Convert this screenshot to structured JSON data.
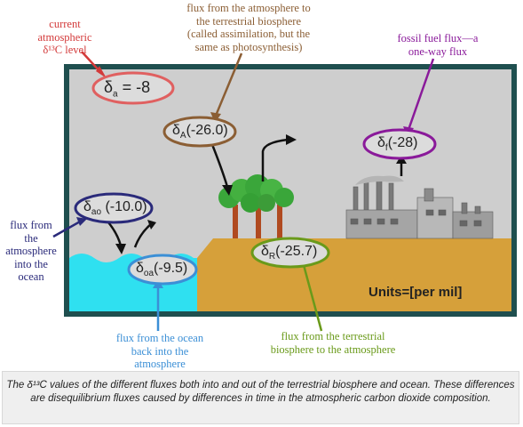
{
  "notes": {
    "current_level": [
      "current",
      "atmospheric",
      "δ¹³C level"
    ],
    "assimilation": [
      "flux from the atmosphere to",
      "the terrestrial biosphere",
      "(called assimilation, but the",
      "same as photosynthesis)"
    ],
    "fossil_flux": [
      "fossil fuel flux—a",
      "one-way flux"
    ],
    "atm_to_ocean": [
      "flux from",
      "the",
      "atmosphere",
      "into the",
      "ocean"
    ],
    "ocean_to_atm": [
      "flux from the ocean",
      "back into the",
      "atmosphere"
    ],
    "biosphere_to_atm": [
      "flux from the terrestrial",
      "biosphere to the atmosphere"
    ]
  },
  "ovals": {
    "da": {
      "symbol": "δ",
      "sub": "a",
      "value": " = -8",
      "color": "#e06060"
    },
    "dA": {
      "symbol": "δ",
      "sub": "A",
      "value": "(-26.0)",
      "color": "#8b5e34"
    },
    "df": {
      "symbol": "δ",
      "sub": "f",
      "value": "(-28)",
      "color": "#8a1a9a"
    },
    "dao": {
      "symbol": "δ",
      "sub": "ao",
      "value": " (-10.0)",
      "color": "#2a2a7a"
    },
    "doa": {
      "symbol": "δ",
      "sub": "oa",
      "value": "(-9.5)",
      "color": "#3b8fd6"
    },
    "dR": {
      "symbol": "δ",
      "sub": "R",
      "value": "(-25.7)",
      "color": "#6a9a1a"
    }
  },
  "units": "Units=[per mil]",
  "caption": "The δ¹³C values of the different fluxes both into and out of the terrestrial biosphere and ocean. These differences are disequilibrium fluxes caused by differences in time in the atmospheric carbon dioxide composition.",
  "colors": {
    "frame": "#1f4f4f",
    "sky": "#cecece",
    "ocean": "#2fe0f0",
    "land": "#d6a03a",
    "tree_foliage": "#3aa63a",
    "tree_trunk": "#b04a20",
    "note_red": "#d33a3a",
    "note_brown": "#8b5e34",
    "note_purple": "#8a1a9a",
    "note_navy": "#2a2a7a",
    "note_blue": "#3b8fd6",
    "note_green": "#6a9a1a"
  }
}
